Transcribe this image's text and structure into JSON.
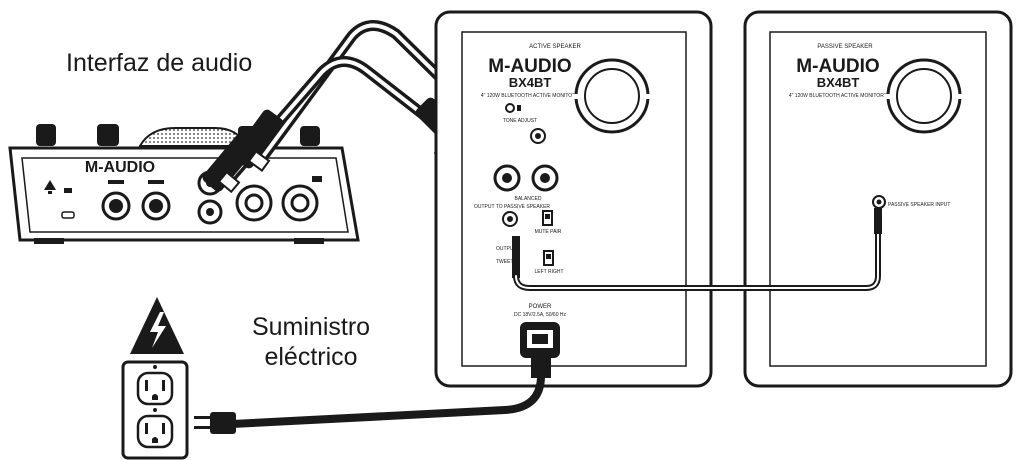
{
  "labels": {
    "audio_interface": "Interfaz de audio",
    "power_supply_line1": "Suministro",
    "power_supply_line2": "eléctrico"
  },
  "devices": {
    "interface_brand": "M-AUDIO",
    "active_brand": "M-AUDIO",
    "active_model": "BX4BT",
    "active_header": "ACTIVE SPEAKER",
    "active_tagline": "4\" 120W BLUETOOTH ACTIVE MONITORS",
    "active_power_label": "POWER",
    "active_power_spec": "DC 18V/2.5A, 50/60 Hz",
    "passive_brand": "M-AUDIO",
    "passive_model": "BX4BT",
    "passive_header": "PASSIVE SPEAKER",
    "passive_tagline": "4\" 120W BLUETOOTH ACTIVE MONITORS",
    "passive_input_label": "PASSIVE SPEAKER INPUT"
  },
  "icons": {
    "warning": "lightning-warning-icon",
    "outlet": "power-outlet-icon",
    "plug": "power-plug-icon"
  },
  "colors": {
    "line": "#1a1a1a",
    "fill": "#ffffff",
    "grey": "#c8c8c8"
  }
}
